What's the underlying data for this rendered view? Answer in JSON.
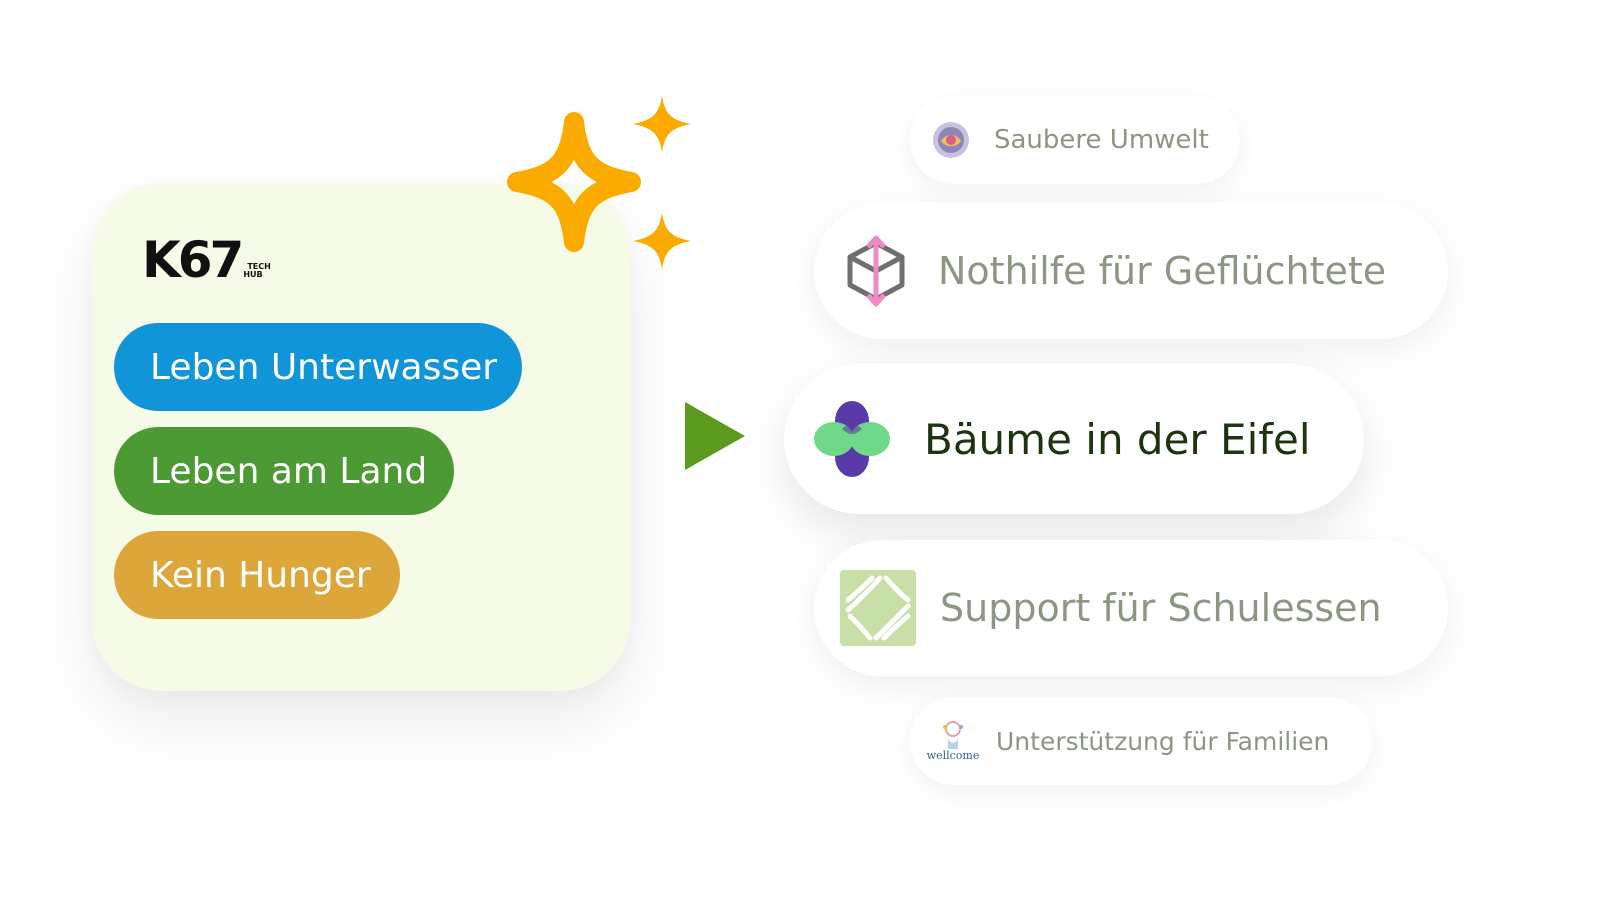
{
  "brand": {
    "logo_main": "K67",
    "logo_sub_top": "TECH",
    "logo_sub_bottom": "HUB"
  },
  "categories": [
    {
      "label": "Leben Unterwasser",
      "color": "#1096d8"
    },
    {
      "label": "Leben am Land",
      "color": "#4b9a33"
    },
    {
      "label": "Kein Hunger",
      "color": "#dca63b"
    }
  ],
  "projects": [
    {
      "label": "Saubere Umwelt",
      "icon": "globe-badge-icon"
    },
    {
      "label": "Nothilfe für Geflüchtete",
      "icon": "box-arrows-icon"
    },
    {
      "label": "Bäume in der Eifel",
      "icon": "petal-logo-icon",
      "highlighted": true
    },
    {
      "label": "Support für Schulessen",
      "icon": "woven-tile-icon"
    },
    {
      "label": "Unterstützung für Familien",
      "icon": "wellcome-logo-icon",
      "icon_text": "wellcome"
    }
  ],
  "colors": {
    "sparkle": "#fbab00",
    "arrow": "#5b9a1e",
    "card_background": "#f6fbe8",
    "muted_text": "#8d9682",
    "highlight_text": "#1e3310"
  }
}
